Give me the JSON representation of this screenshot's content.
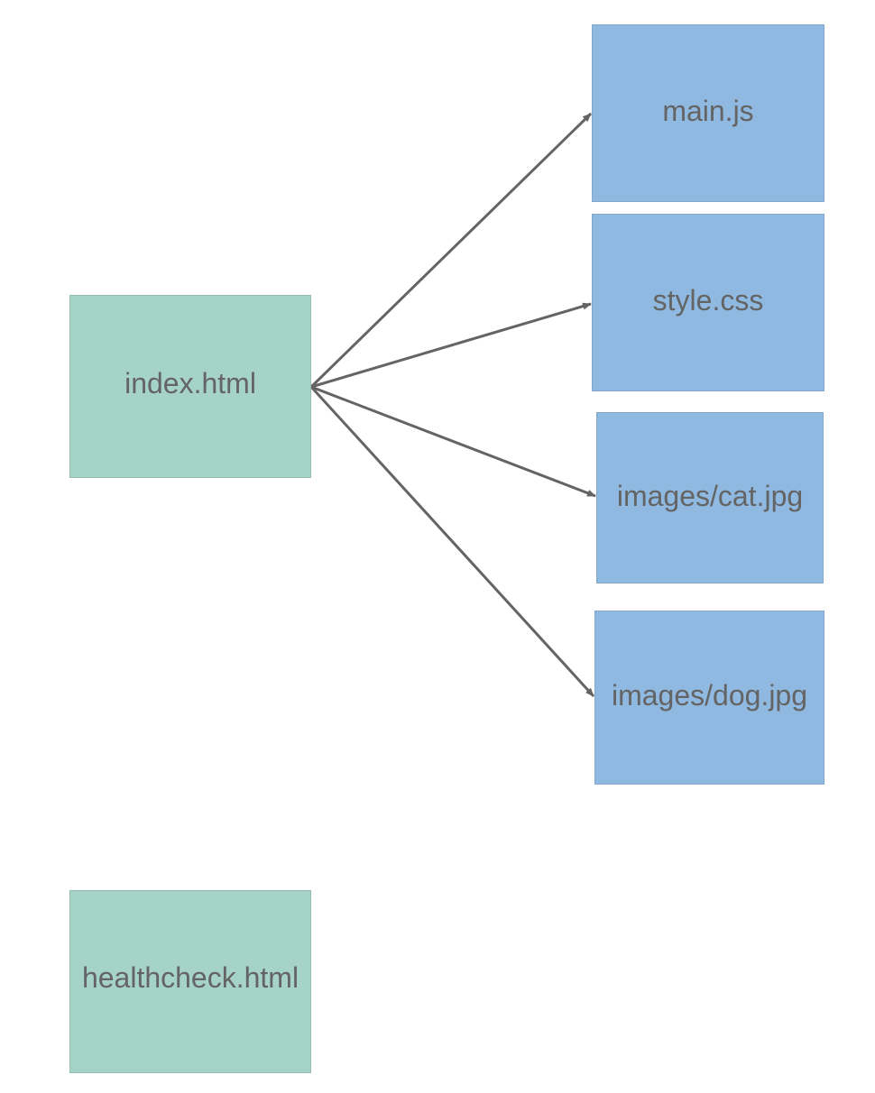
{
  "diagram": {
    "nodes": {
      "index": {
        "label": "index.html",
        "kind": "source"
      },
      "health": {
        "label": "healthcheck.html",
        "kind": "source"
      },
      "main": {
        "label": "main.js",
        "kind": "asset"
      },
      "style": {
        "label": "style.css",
        "kind": "asset"
      },
      "cat": {
        "label": "images/cat.jpg",
        "kind": "asset"
      },
      "dog": {
        "label": "images/dog.jpg",
        "kind": "asset"
      }
    },
    "edges": [
      {
        "from": "index",
        "to": "main"
      },
      {
        "from": "index",
        "to": "style"
      },
      {
        "from": "index",
        "to": "cat"
      },
      {
        "from": "index",
        "to": "dog"
      }
    ]
  },
  "colors": {
    "source_fill": "#a6d3c8",
    "asset_fill": "#8fb9e1",
    "edge": "#646464",
    "text": "#646464"
  }
}
